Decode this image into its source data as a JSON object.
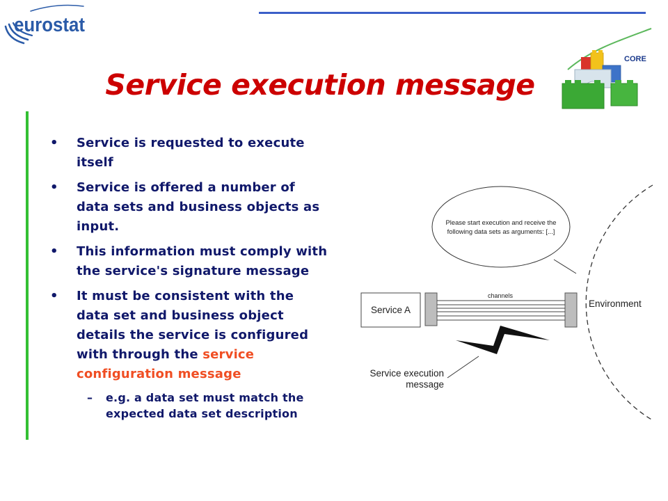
{
  "colors": {
    "title": "#CC0000",
    "body_text": "#10186A",
    "highlight": "#F04E23",
    "accent_bar": "#33C033",
    "top_rule": "#3B5FC8",
    "eurostat_logo": "#2B5BA8",
    "core_logo_text": "#1B3A8C"
  },
  "logos": {
    "eurostat": "eurostat",
    "core": "CORE",
    "core_icon": "lego-bricks"
  },
  "slide": {
    "title": "Service execution message",
    "bullet_marker": "•"
  },
  "bullets": [
    {
      "lines": [
        "Service is requested to execute",
        "itself"
      ]
    },
    {
      "lines": [
        "Service is offered a number of",
        "data sets and business objects as",
        "input."
      ]
    },
    {
      "lines": [
        "This information must comply with",
        "the service's signature message"
      ]
    },
    {
      "lines": [
        "It must be consistent with the",
        "data set and business object",
        "details the service is configured",
        "with through the "
      ],
      "highlight": [
        "service",
        "configuration message"
      ],
      "sub_bullet": {
        "marker": "–",
        "lines": [
          "e.g. a data set must match the",
          "expected data set description"
        ]
      }
    }
  ],
  "diagram": {
    "speech_bubble": [
      "Please start execution and receive the",
      "following data sets as arguments: [...]"
    ],
    "service_box": "Service A",
    "channels_label": "channels",
    "environment_label": "Environment",
    "message_label": [
      "Service execution",
      "message"
    ],
    "signal_icon": "lightning-bolt"
  }
}
